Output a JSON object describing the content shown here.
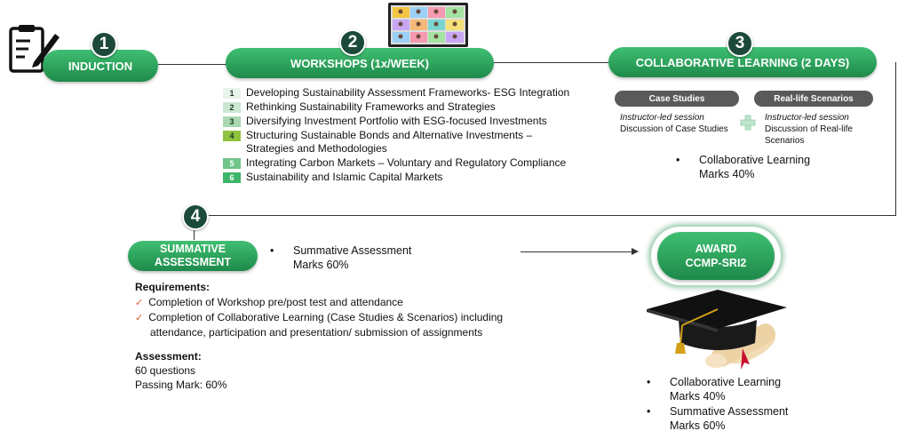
{
  "stages": {
    "induction": {
      "number": "1",
      "label": "INDUCTION"
    },
    "workshops": {
      "number": "2",
      "label": "WORKSHOPS (1x/WEEK)"
    },
    "collab": {
      "number": "3",
      "label": "COLLABORATIVE LEARNING (2 DAYS)"
    },
    "summative": {
      "number": "4",
      "label_line1": "SUMMATIVE",
      "label_line2": "ASSESSMENT"
    },
    "award": {
      "label_line1": "AWARD",
      "label_line2": "CCMP-SRI2"
    }
  },
  "workshop_items": [
    {
      "num": "1",
      "text": "Developing Sustainability Assessment Frameworks- ESG Integration",
      "color": "#e8f3ea"
    },
    {
      "num": "2",
      "text": "Rethinking Sustainability Frameworks and Strategies",
      "color": "#cde7d2"
    },
    {
      "num": "3",
      "text": "Diversifying Investment Portfolio with ESG-focused Investments",
      "color": "#a9d8b2"
    },
    {
      "num": "4",
      "text": "Structuring Sustainable Bonds and Alternative Investments –",
      "text2": "Strategies and Methodologies",
      "color": "#8fc23f"
    },
    {
      "num": "5",
      "text": "Integrating Carbon Markets – Voluntary and Regulatory Compliance",
      "color": "#6fc58a"
    },
    {
      "num": "6",
      "text": "Sustainability and Islamic Capital Markets",
      "color": "#3fb56a"
    }
  ],
  "collab_detail": {
    "case_studies": {
      "label": "Case Studies",
      "line1": "Instructor-led session",
      "line2": "Discussion of Case Studies"
    },
    "scenarios": {
      "label": "Real-life Scenarios",
      "line1": "Instructor-led session",
      "line2": "Discussion of Real-life",
      "line3": "Scenarios"
    },
    "bullet_line1": "Collaborative Learning",
    "bullet_line2": "Marks 40%"
  },
  "summative_detail": {
    "bullet_line1": "Summative Assessment",
    "bullet_line2": "Marks 60%"
  },
  "requirements": {
    "title": "Requirements:",
    "items": [
      {
        "line1": "Completion of Workshop pre/post test and attendance"
      },
      {
        "line1": "Completion of Collaborative Learning (Case Studies & Scenarios) including",
        "line2": "attendance, participation and presentation/ submission of assignments"
      }
    ]
  },
  "assessment": {
    "title": "Assessment:",
    "line1": "60 questions",
    "line2": "Passing Mark: 60%"
  },
  "award_detail": {
    "b1_line1": "Collaborative Learning",
    "b1_line2": "Marks 40%",
    "b2_line1": "Summative Assessment",
    "b2_line2": "Marks 60%"
  },
  "icons": [
    "clipboard-pencil-icon",
    "video-conference-icon",
    "plus-icon",
    "graduation-cap-icon",
    "diploma-scroll-icon"
  ]
}
